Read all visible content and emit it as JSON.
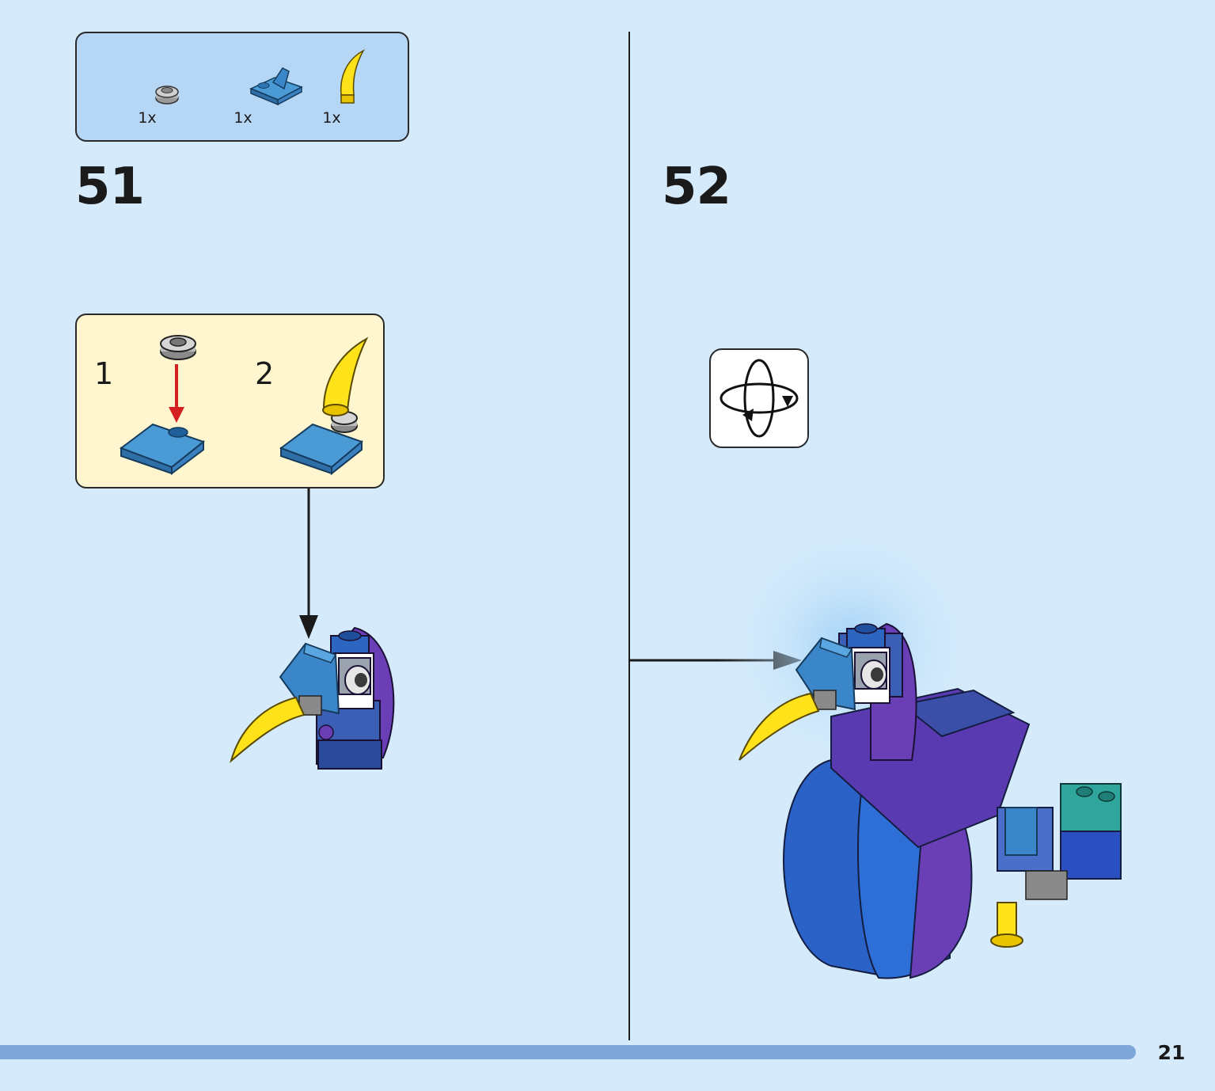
{
  "parts_list": {
    "items": [
      {
        "icon": "round-plate-1x1-grey-icon",
        "quantity": "1x"
      },
      {
        "icon": "slope-bracket-blue-icon",
        "quantity": "1x"
      },
      {
        "icon": "horn-tooth-yellow-icon",
        "quantity": "1x"
      }
    ]
  },
  "steps": [
    {
      "number": "51"
    },
    {
      "number": "52"
    }
  ],
  "sub_steps": [
    {
      "number": "1"
    },
    {
      "number": "2"
    }
  ],
  "rotate_icon": "rotate-model-icon",
  "page_number": "21",
  "colors": {
    "background": "#d5ebfb",
    "parts_box": "#b6d6f5",
    "sub_box": "#fff6cf",
    "progress_bar": "#7fa6d8",
    "blue_brick": "#3a86c8",
    "purple_brick": "#6a3fb5",
    "yellow_horn": "#ffe21a",
    "insert_arrow": "#d42020"
  }
}
